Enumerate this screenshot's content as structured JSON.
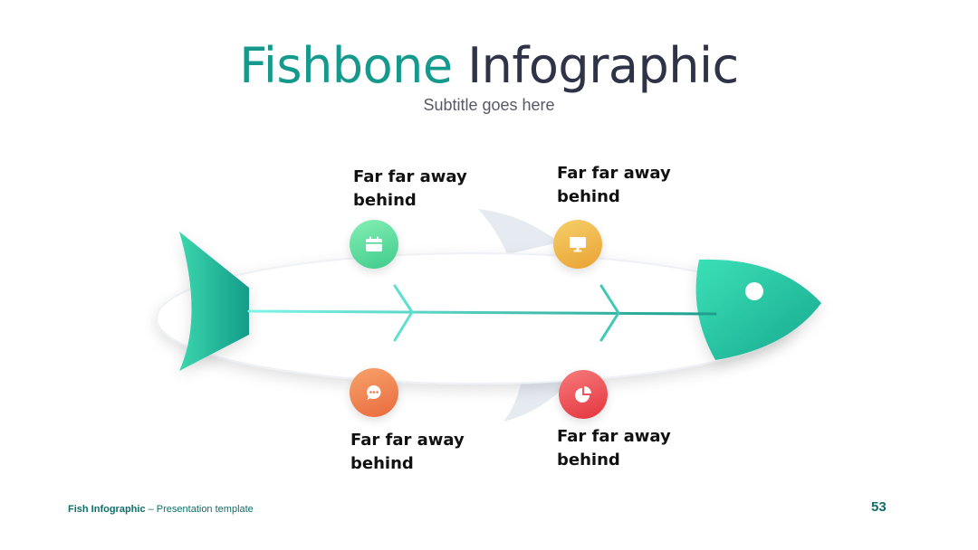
{
  "header": {
    "title_part1": "Fishbone",
    "title_part2": "Infographic",
    "subtitle": "Subtitle goes here"
  },
  "branches": [
    {
      "line1": "Far far away",
      "line2": "behind",
      "icon": "calendar-icon",
      "color": "#4fd597"
    },
    {
      "line1": "Far far away",
      "line2": "behind",
      "icon": "monitor-icon",
      "color": "#efb346"
    },
    {
      "line1": "Far far away",
      "line2": "behind",
      "icon": "chat-bubble-icon",
      "color": "#ee7a48"
    },
    {
      "line1": "Far far away",
      "line2": "behind",
      "icon": "pie-chart-icon",
      "color": "#e94a4f"
    }
  ],
  "footer": {
    "brand": "Fish Infographic",
    "rest": " – Presentation template",
    "page_number": "53"
  },
  "colors": {
    "accent": "#15998c",
    "dark": "#2f3347",
    "fish_teal": "#2fd1a6"
  }
}
